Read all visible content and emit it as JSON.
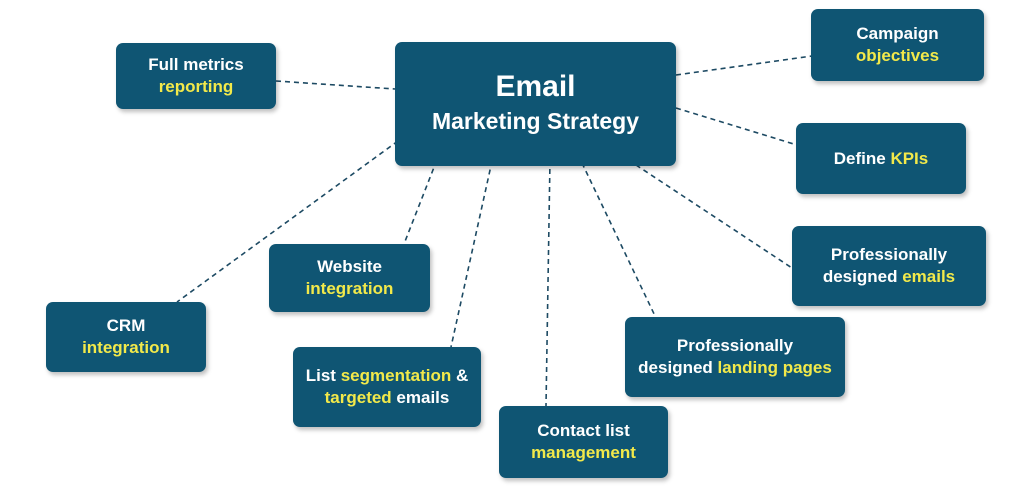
{
  "colors": {
    "node_fill": "#0f5573",
    "text": "#ffffff",
    "highlight": "#f2e94a",
    "connector": "#1d4a63"
  },
  "center": {
    "line1": "Email",
    "line2": "Marketing Strategy"
  },
  "nodes": {
    "full_metrics": {
      "line1": [
        {
          "t": "Full metrics"
        }
      ],
      "line2": [
        {
          "t": "reporting",
          "hl": true
        }
      ]
    },
    "campaign": {
      "line1": [
        {
          "t": "Campaign"
        }
      ],
      "line2": [
        {
          "t": "objectives",
          "hl": true
        }
      ]
    },
    "kpis": {
      "line1": [
        {
          "t": "Define "
        },
        {
          "t": "KPIs",
          "hl": true
        }
      ]
    },
    "pro_emails": {
      "line1": [
        {
          "t": "Professionally"
        }
      ],
      "line2": [
        {
          "t": "designed "
        },
        {
          "t": "emails",
          "hl": true
        }
      ]
    },
    "landing": {
      "line1": [
        {
          "t": "Professionally"
        }
      ],
      "line2": [
        {
          "t": "designed "
        },
        {
          "t": "landing pages",
          "hl": true
        }
      ]
    },
    "contact": {
      "line1": [
        {
          "t": "Contact list"
        }
      ],
      "line2": [
        {
          "t": "management",
          "hl": true
        }
      ]
    },
    "segmentation": {
      "line1": [
        {
          "t": "List "
        },
        {
          "t": "segmentation",
          "hl": true
        },
        {
          "t": " &"
        }
      ],
      "line2": [
        {
          "t": "targeted",
          "hl": true
        },
        {
          "t": " emails"
        }
      ]
    },
    "website": {
      "line1": [
        {
          "t": "Website"
        }
      ],
      "line2": [
        {
          "t": "integration",
          "hl": true
        }
      ]
    },
    "crm": {
      "line1": [
        {
          "t": "CRM"
        }
      ],
      "line2": [
        {
          "t": "integration",
          "hl": true
        }
      ]
    }
  }
}
